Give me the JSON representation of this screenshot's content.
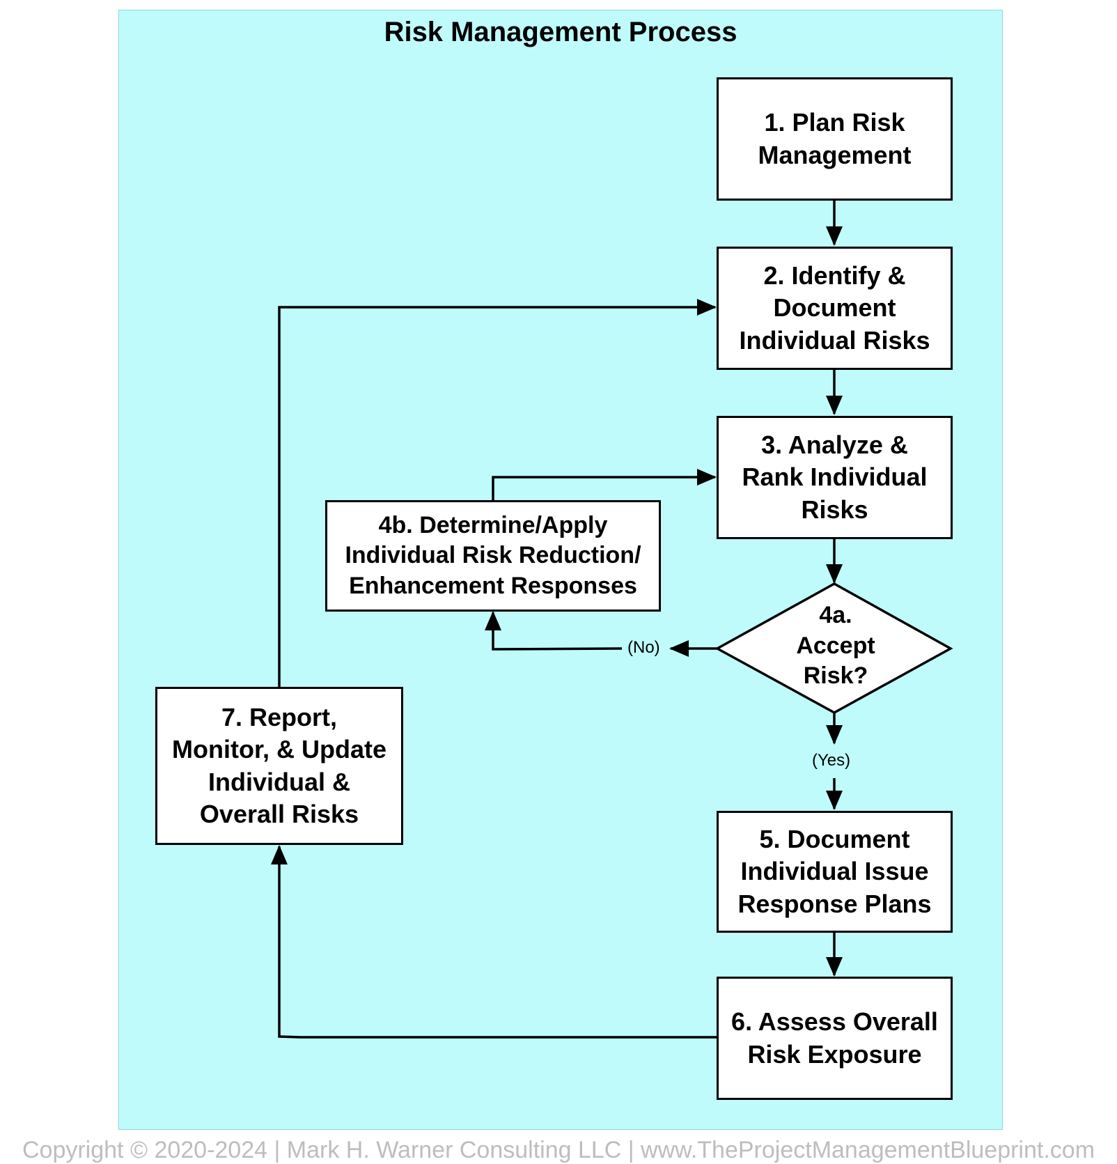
{
  "title": "Risk Management Process",
  "nodes": {
    "step1": "1. Plan Risk\nManagement",
    "step2": "2. Identify &\nDocument\nIndividual Risks",
    "step3": "3. Analyze &\nRank Individual\nRisks",
    "step4a": "4a.\nAccept\nRisk?",
    "step4b": "4b. Determine/Apply\nIndividual Risk Reduction/\nEnhancement Responses",
    "step5": "5. Document\nIndividual Issue\nResponse Plans",
    "step6": "6. Assess Overall\nRisk Exposure",
    "step7": "7. Report,\nMonitor, & Update\nIndividual &\nOverall Risks"
  },
  "edge_labels": {
    "no": "(No)",
    "yes": "(Yes)"
  },
  "footer": "Copyright © 2020-2024 | Mark H. Warner Consulting LLC | www.TheProjectManagementBlueprint.com"
}
